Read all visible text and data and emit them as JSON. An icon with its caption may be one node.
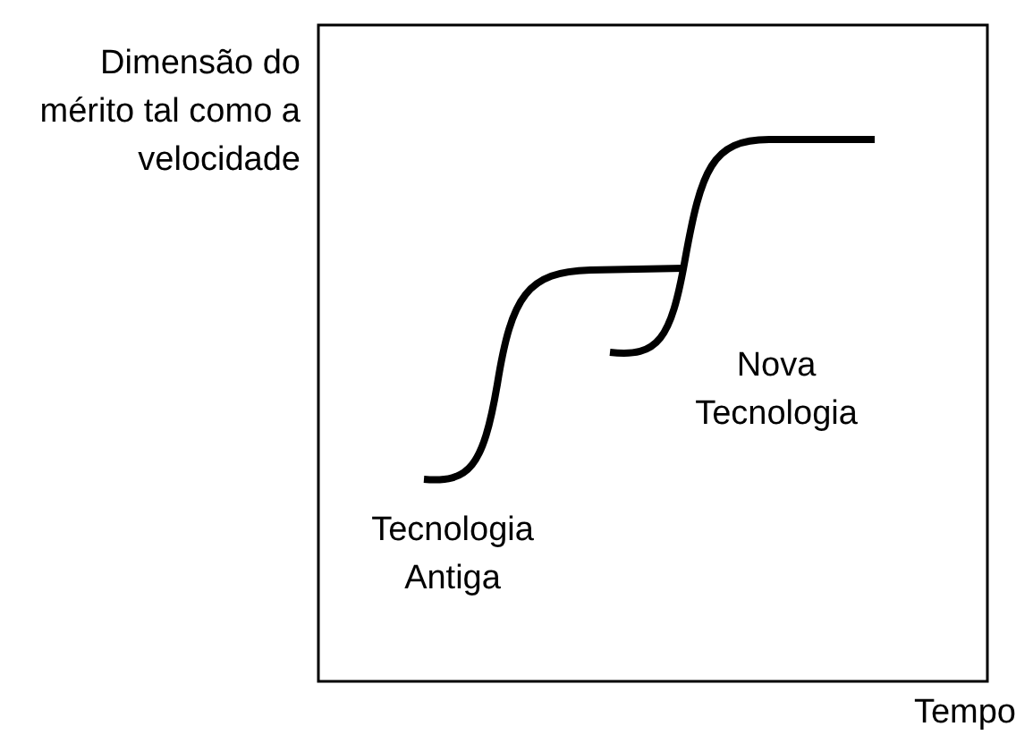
{
  "diagram": {
    "labels": [
      "Dimensão do mérito tal como a velocidade",
      "Nova Tecnologia",
      "Tecnologia Antiga",
      "Tempo"
    ]
  }
}
